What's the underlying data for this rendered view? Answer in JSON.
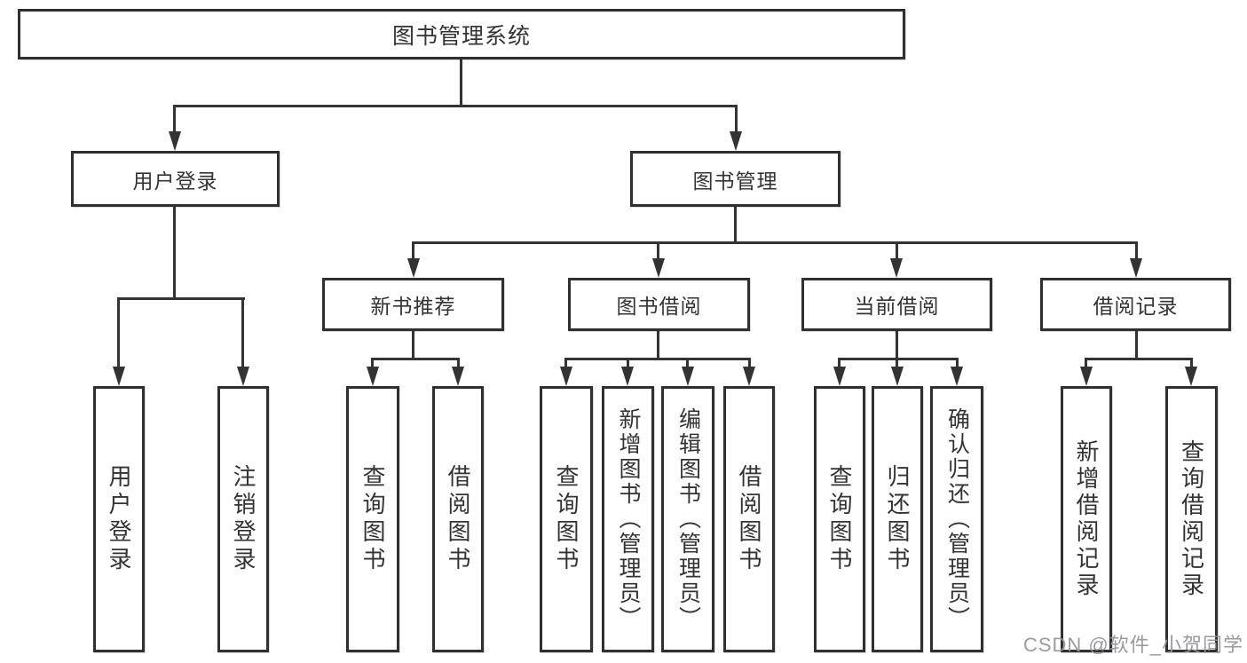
{
  "nodes": {
    "root": {
      "label": "图书管理系统"
    },
    "user_login": {
      "label": "用户登录"
    },
    "book_management": {
      "label": "图书管理"
    },
    "new_book_recommend": {
      "label": "新书推荐"
    },
    "book_borrowing": {
      "label": "图书借阅"
    },
    "current_borrowing": {
      "label": "当前借阅"
    },
    "borrowing_records": {
      "label": "借阅记录"
    },
    "leaf_user_login": {
      "label": "用户登录"
    },
    "leaf_logout": {
      "label": "注销登录"
    },
    "leaf_recommend_query_books": {
      "label": "查询图书"
    },
    "leaf_recommend_borrow_books": {
      "label": "借阅图书"
    },
    "leaf_borrow_query_books": {
      "label": "查询图书"
    },
    "leaf_borrow_add_books_admin": {
      "label": "新增图书（管理员）"
    },
    "leaf_borrow_edit_books_admin": {
      "label": "编辑图书（管理员）"
    },
    "leaf_borrow_borrow_books": {
      "label": "借阅图书"
    },
    "leaf_current_query_books": {
      "label": "查询图书"
    },
    "leaf_current_return_books": {
      "label": "归还图书"
    },
    "leaf_current_confirm_return_admin": {
      "label": "确认归还（管理员）"
    },
    "leaf_records_add_record": {
      "label": "新增借阅记录"
    },
    "leaf_records_query_record": {
      "label": "查询借阅记录"
    }
  },
  "hierarchy": {
    "图书管理系统": {
      "用户登录": [
        "用户登录",
        "注销登录"
      ],
      "图书管理": {
        "新书推荐": [
          "查询图书",
          "借阅图书"
        ],
        "图书借阅": [
          "查询图书",
          "新增图书（管理员）",
          "编辑图书（管理员）",
          "借阅图书"
        ],
        "当前借阅": [
          "查询图书",
          "归还图书",
          "确认归还（管理员）"
        ],
        "借阅记录": [
          "新增借阅记录",
          "查询借阅记录"
        ]
      }
    }
  },
  "watermark": {
    "text": "CSDN @软件_小贺同学"
  },
  "colors": {
    "line": "#333333",
    "border": "#303030",
    "text": "#333333",
    "watermark": "#96969a",
    "background": "#ffffff"
  }
}
